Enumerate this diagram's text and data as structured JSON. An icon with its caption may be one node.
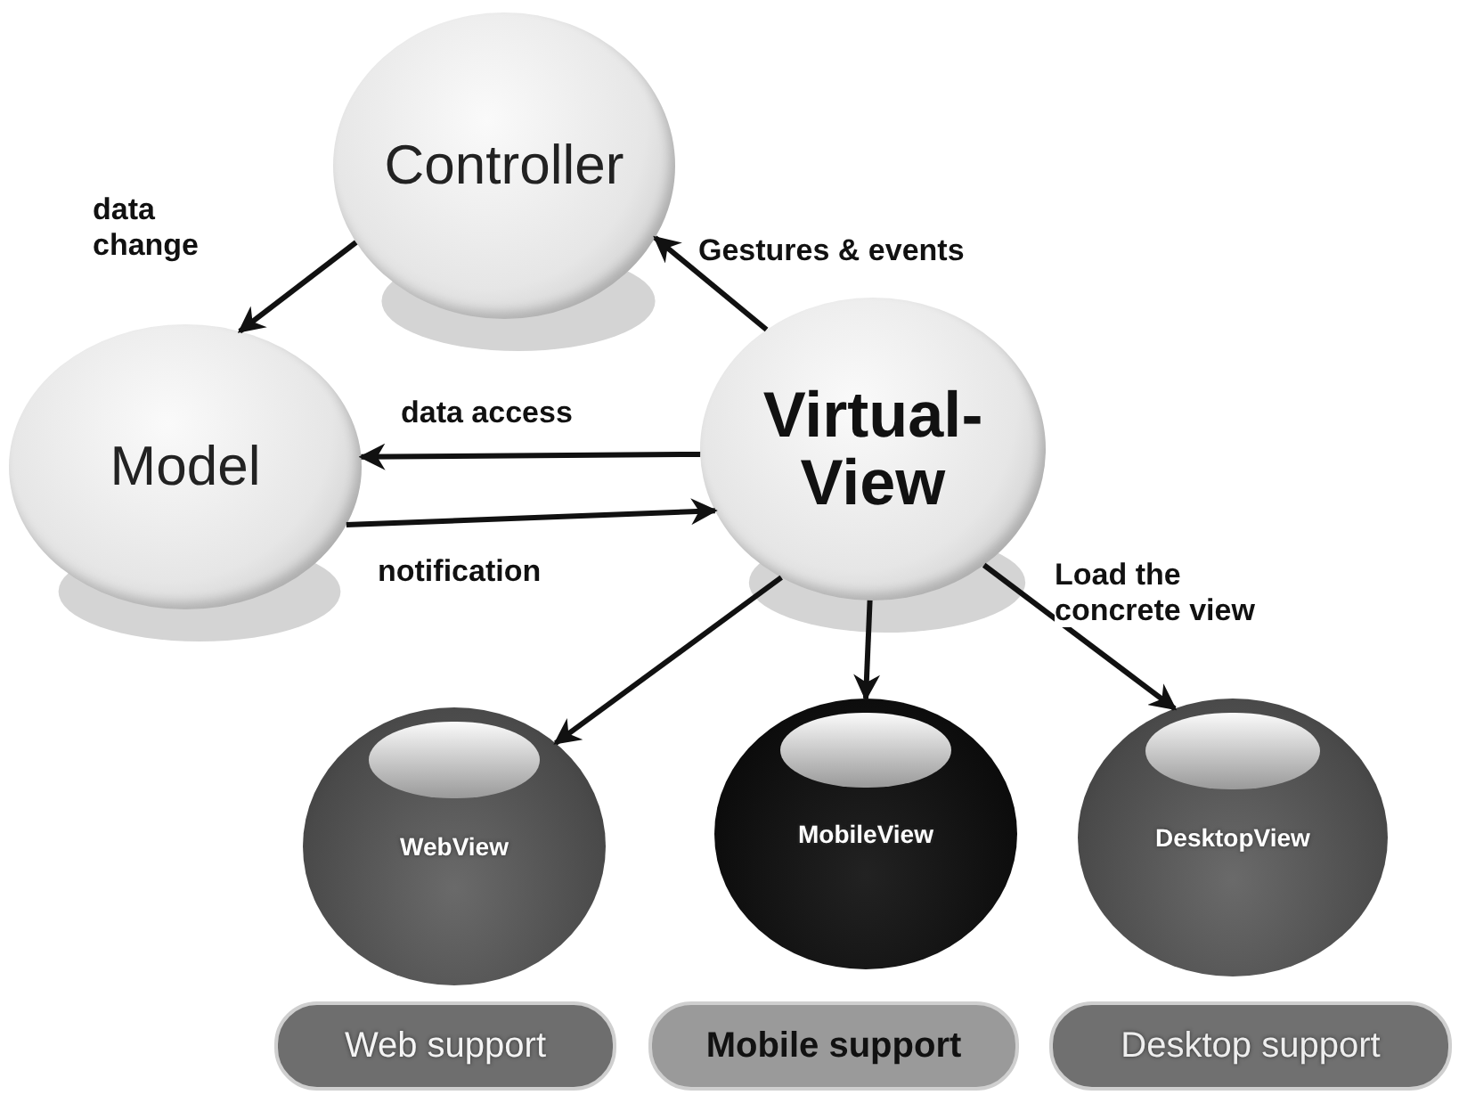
{
  "diagram": {
    "nodes": [
      {
        "text": [
          "Controller"
        ]
      },
      {
        "text": [
          "Model"
        ]
      },
      {
        "text": [
          "Virtual-View"
        ]
      },
      {
        "text": [
          "WebView"
        ]
      },
      {
        "text": [
          "MobileView"
        ]
      },
      {
        "text": [
          "DesktopView"
        ]
      },
      {
        "text": [
          "Web support"
        ]
      },
      {
        "text": [
          "Mobile support"
        ]
      },
      {
        "text": [
          "Desktop support"
        ]
      }
    ],
    "edges": [
      {
        "from": 0,
        "to": 1,
        "arrow": "to",
        "label": "data change"
      },
      {
        "from": 2,
        "to": 0,
        "arrow": "to",
        "label": "Gestures & events"
      },
      {
        "from": 2,
        "to": 1,
        "arrow": "to",
        "label": "data access"
      },
      {
        "from": 1,
        "to": 2,
        "arrow": "to",
        "label": "notification"
      },
      {
        "from": 2,
        "to": 3,
        "arrow": "to"
      },
      {
        "from": 2,
        "to": 4,
        "arrow": "to"
      },
      {
        "from": 2,
        "to": 5,
        "arrow": "to",
        "label": "Load the concrete view"
      }
    ]
  }
}
